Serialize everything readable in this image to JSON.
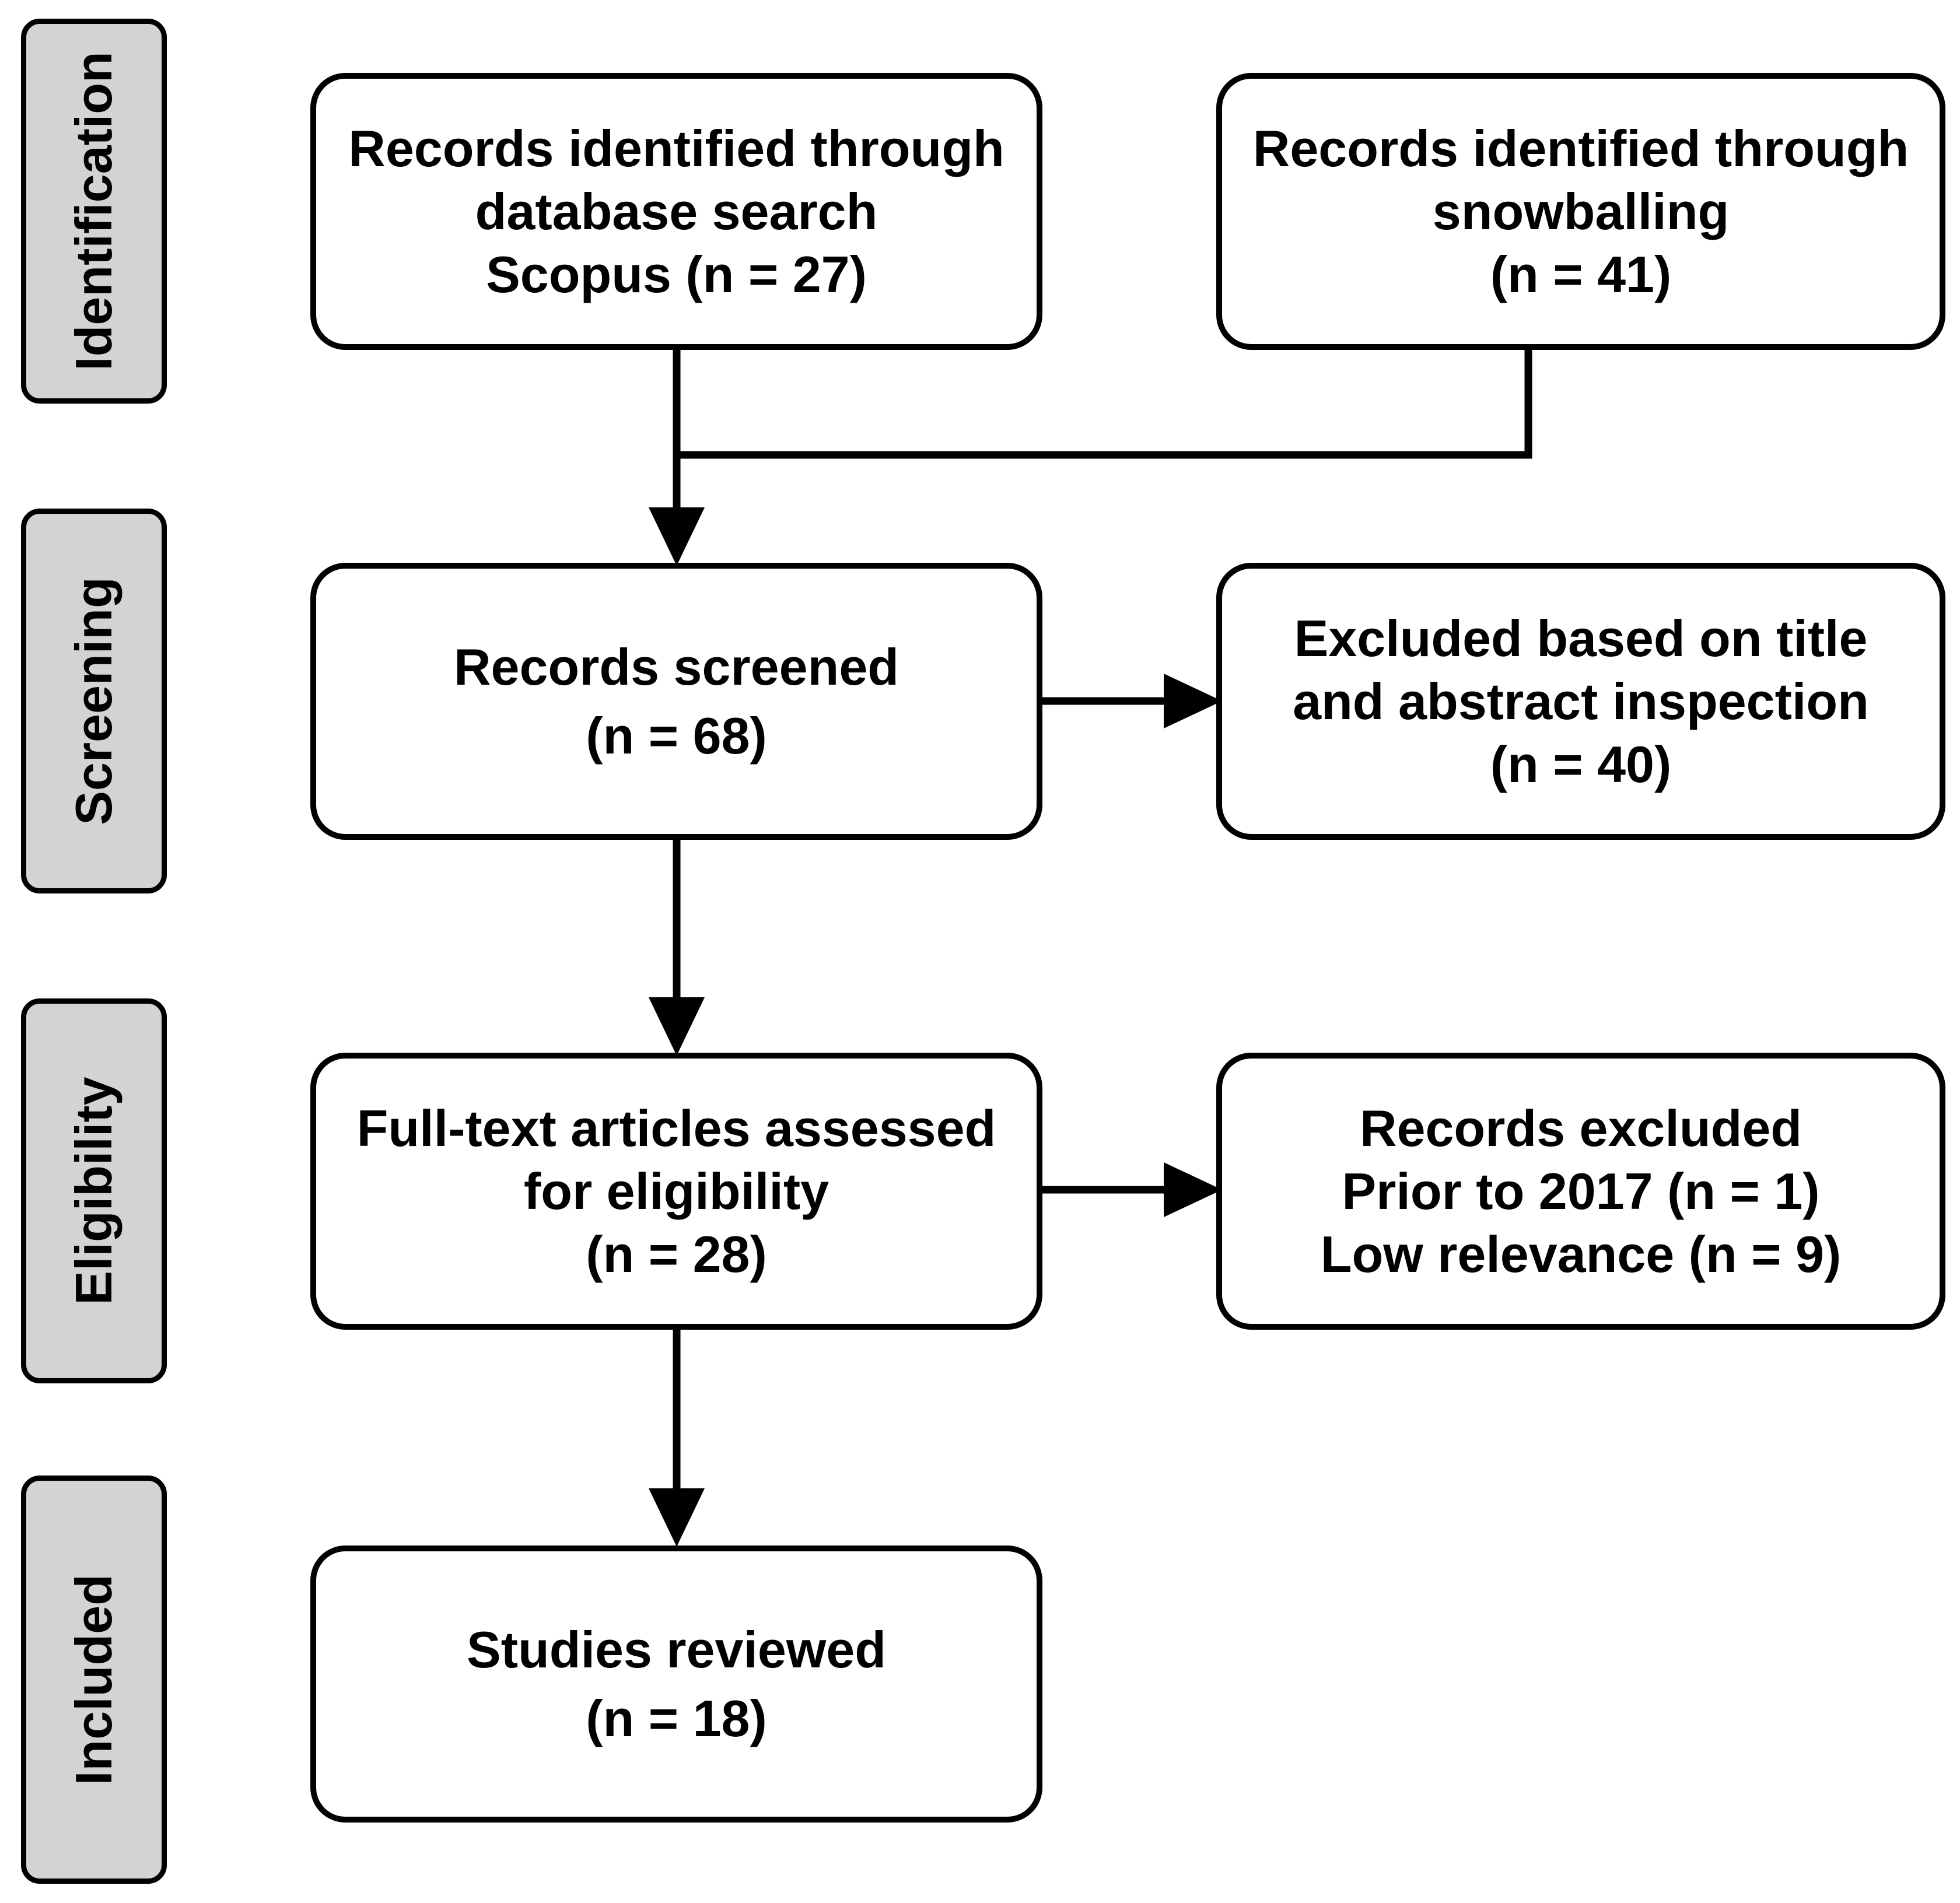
{
  "stages": {
    "identification": "Identification",
    "screening": "Screening",
    "eligibility": "Eligibility",
    "included": "Included"
  },
  "boxes": {
    "database_search": {
      "lines": [
        "Records identified through",
        "database search"
      ],
      "count": "Scopus (n = 27)"
    },
    "snowballing": {
      "lines": [
        "Records identified through",
        "snowballing"
      ],
      "count": "(n = 41)"
    },
    "records_screened": {
      "lines": [
        "Records screened"
      ],
      "count": "(n = 68)"
    },
    "excluded_title_abstract": {
      "lines": [
        "Excluded based on title",
        "and abstract inspection"
      ],
      "count": "(n = 40)"
    },
    "full_text_assessed": {
      "lines": [
        "Full-text articles assessed",
        "for eligibility"
      ],
      "count": "(n = 28)"
    },
    "records_excluded": {
      "lines": [
        "Records excluded",
        "Prior to 2017 (n = 1)"
      ],
      "count": "Low relevance (n = 9)"
    },
    "studies_reviewed": {
      "lines": [
        "Studies reviewed"
      ],
      "count": "(n = 18)"
    }
  }
}
